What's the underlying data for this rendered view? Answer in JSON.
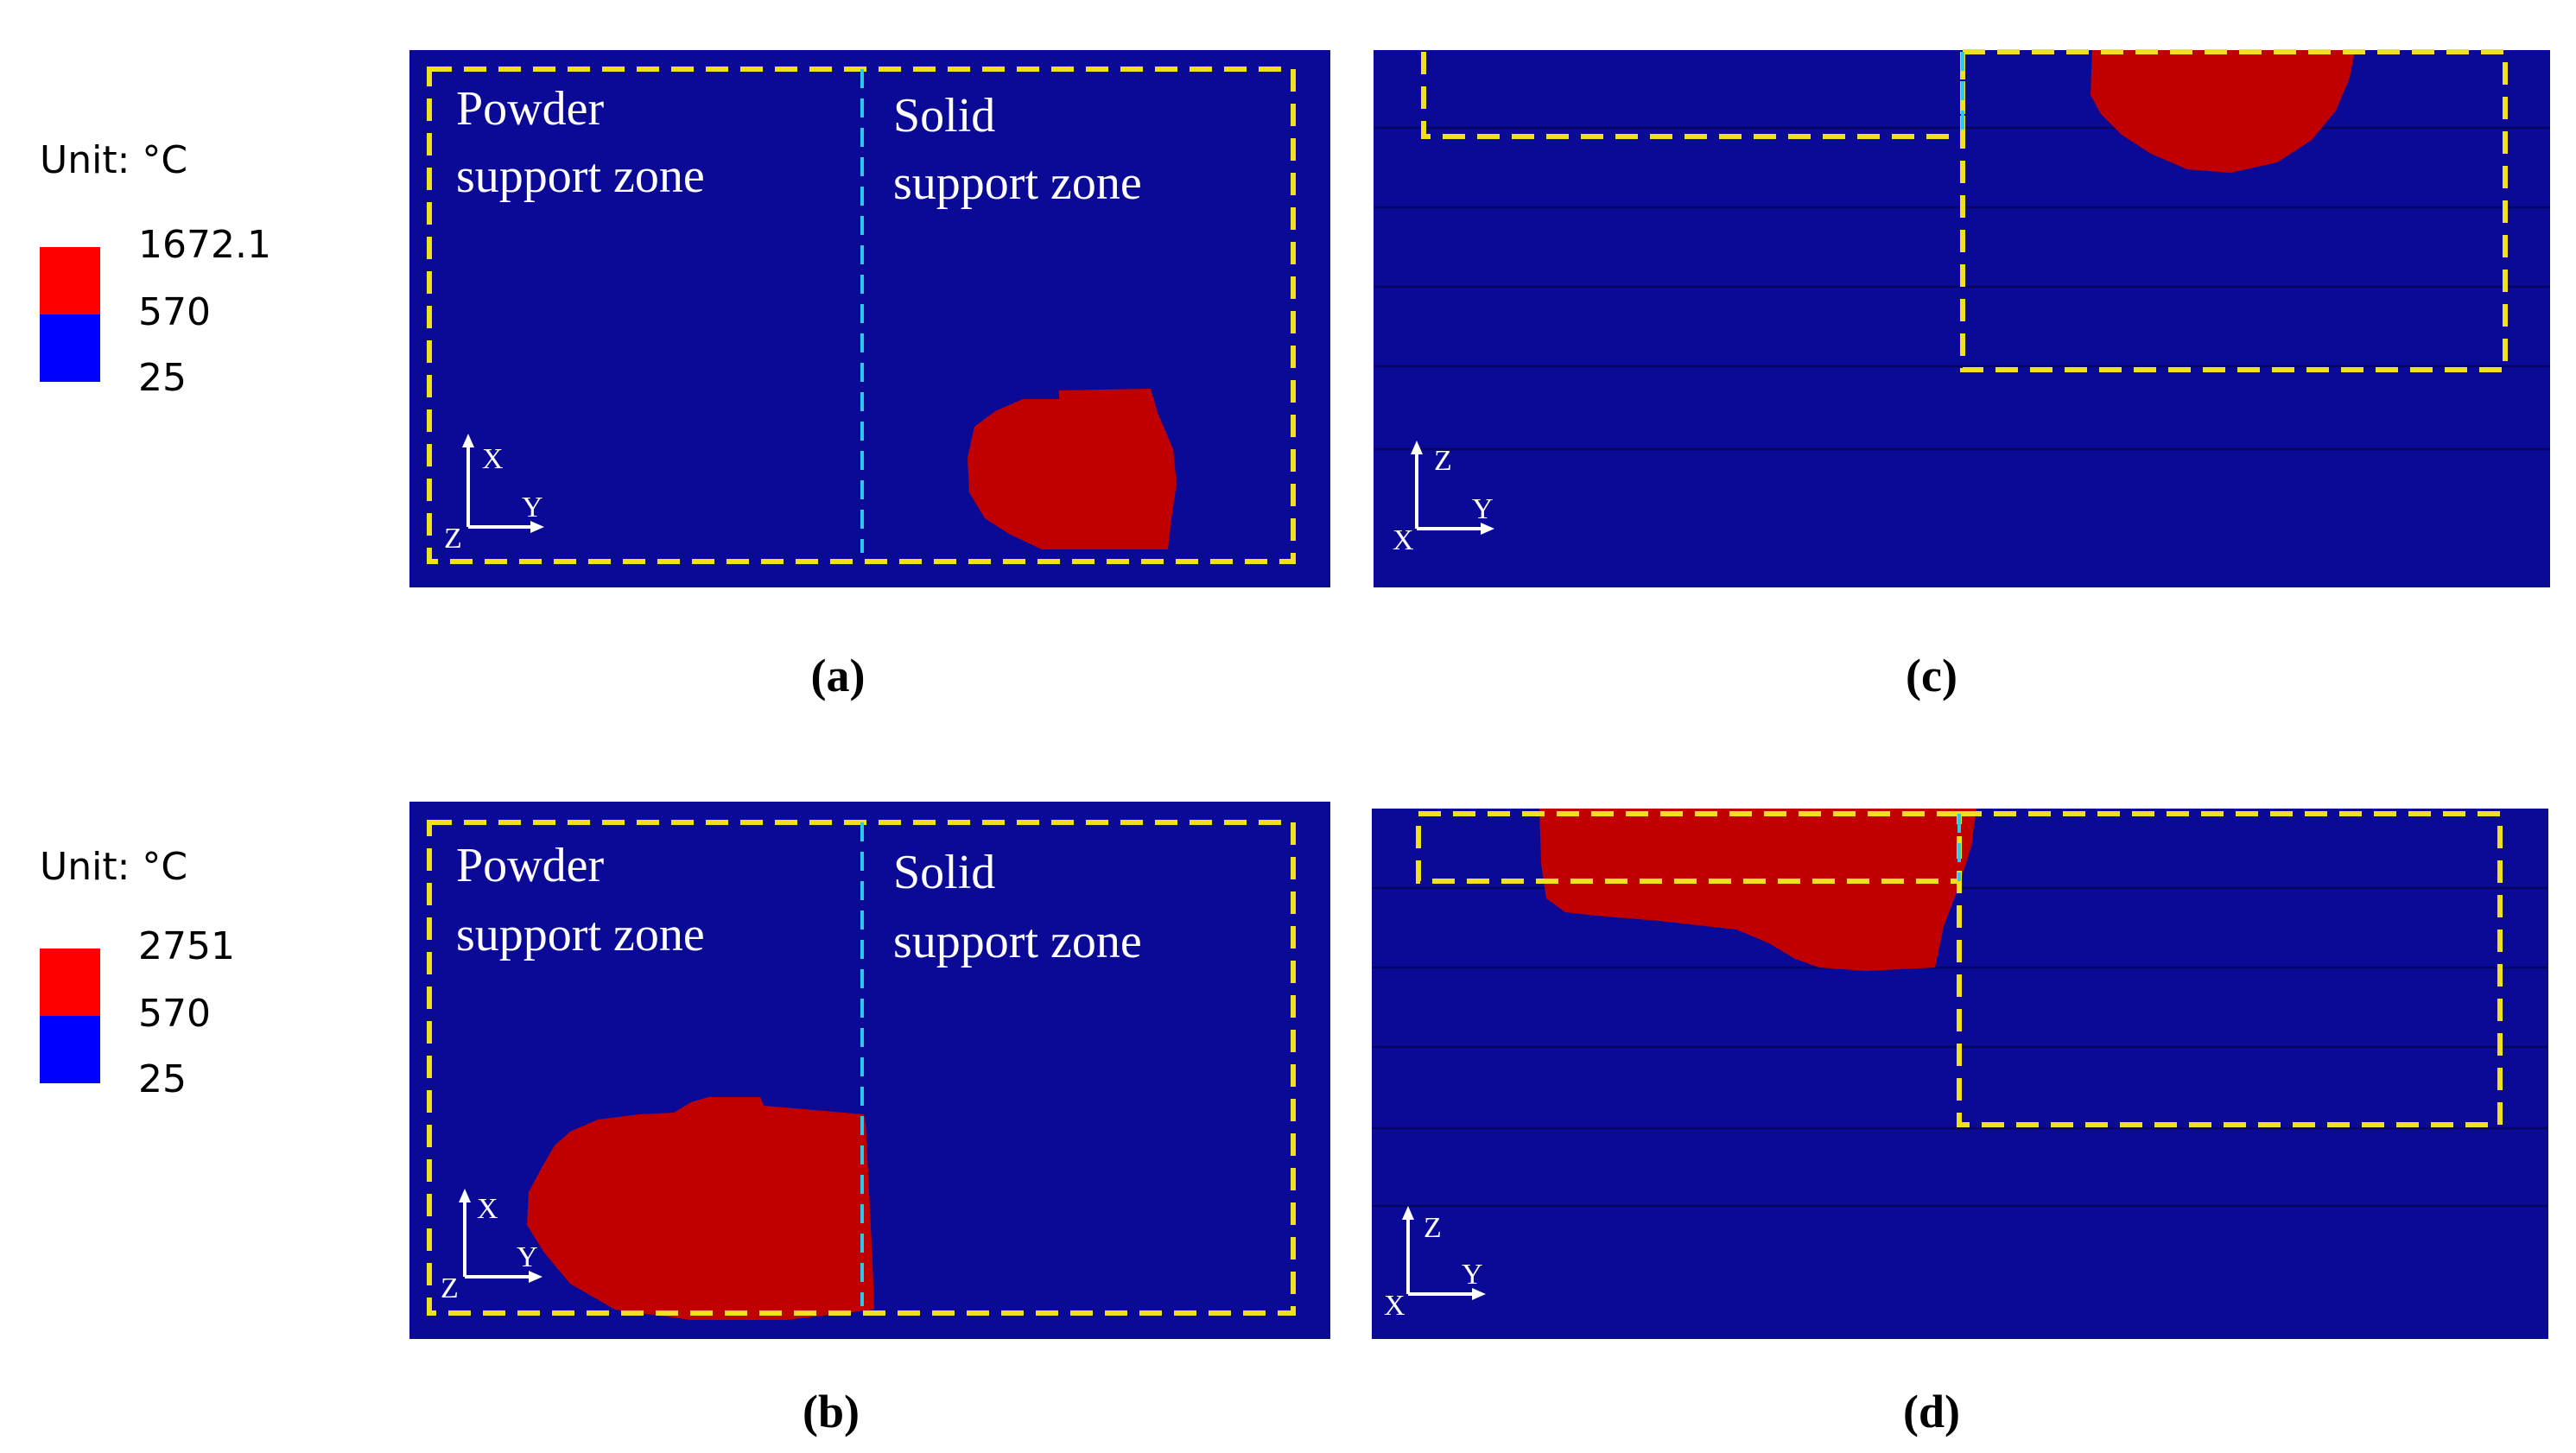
{
  "colors": {
    "background": "#0a0a96",
    "melt": "#c00000",
    "dash_zone": "#f0e020",
    "dash_divider": "#2ec8e8",
    "layer_line": "#050560",
    "axis": "#ffffff",
    "legend_red": "#ff0000",
    "legend_blue": "#0000ff"
  },
  "legend_top": {
    "unit": "Unit: °C",
    "max": "1672.1",
    "mid": "570",
    "min": "25"
  },
  "legend_bottom": {
    "unit": "Unit: °C",
    "max": "2751",
    "mid": "570",
    "min": "25"
  },
  "panels": {
    "a": {
      "caption": "(a)",
      "zone_left_line1": "Powder",
      "zone_left_line2": "support zone",
      "zone_right_line1": "Solid",
      "zone_right_line2": "support zone",
      "axis_up": "X",
      "axis_right": "Y",
      "axis_out": "Z"
    },
    "b": {
      "caption": "(b)",
      "zone_left_line1": "Powder",
      "zone_left_line2": "support zone",
      "zone_right_line1": "Solid",
      "zone_right_line2": "support zone",
      "axis_up": "X",
      "axis_right": "Y",
      "axis_out": "Z"
    },
    "c": {
      "caption": "(c)",
      "axis_up": "Z",
      "axis_right": "Y",
      "axis_out": "X"
    },
    "d": {
      "caption": "(d)",
      "axis_up": "Z",
      "axis_right": "Y",
      "axis_out": "X"
    }
  }
}
